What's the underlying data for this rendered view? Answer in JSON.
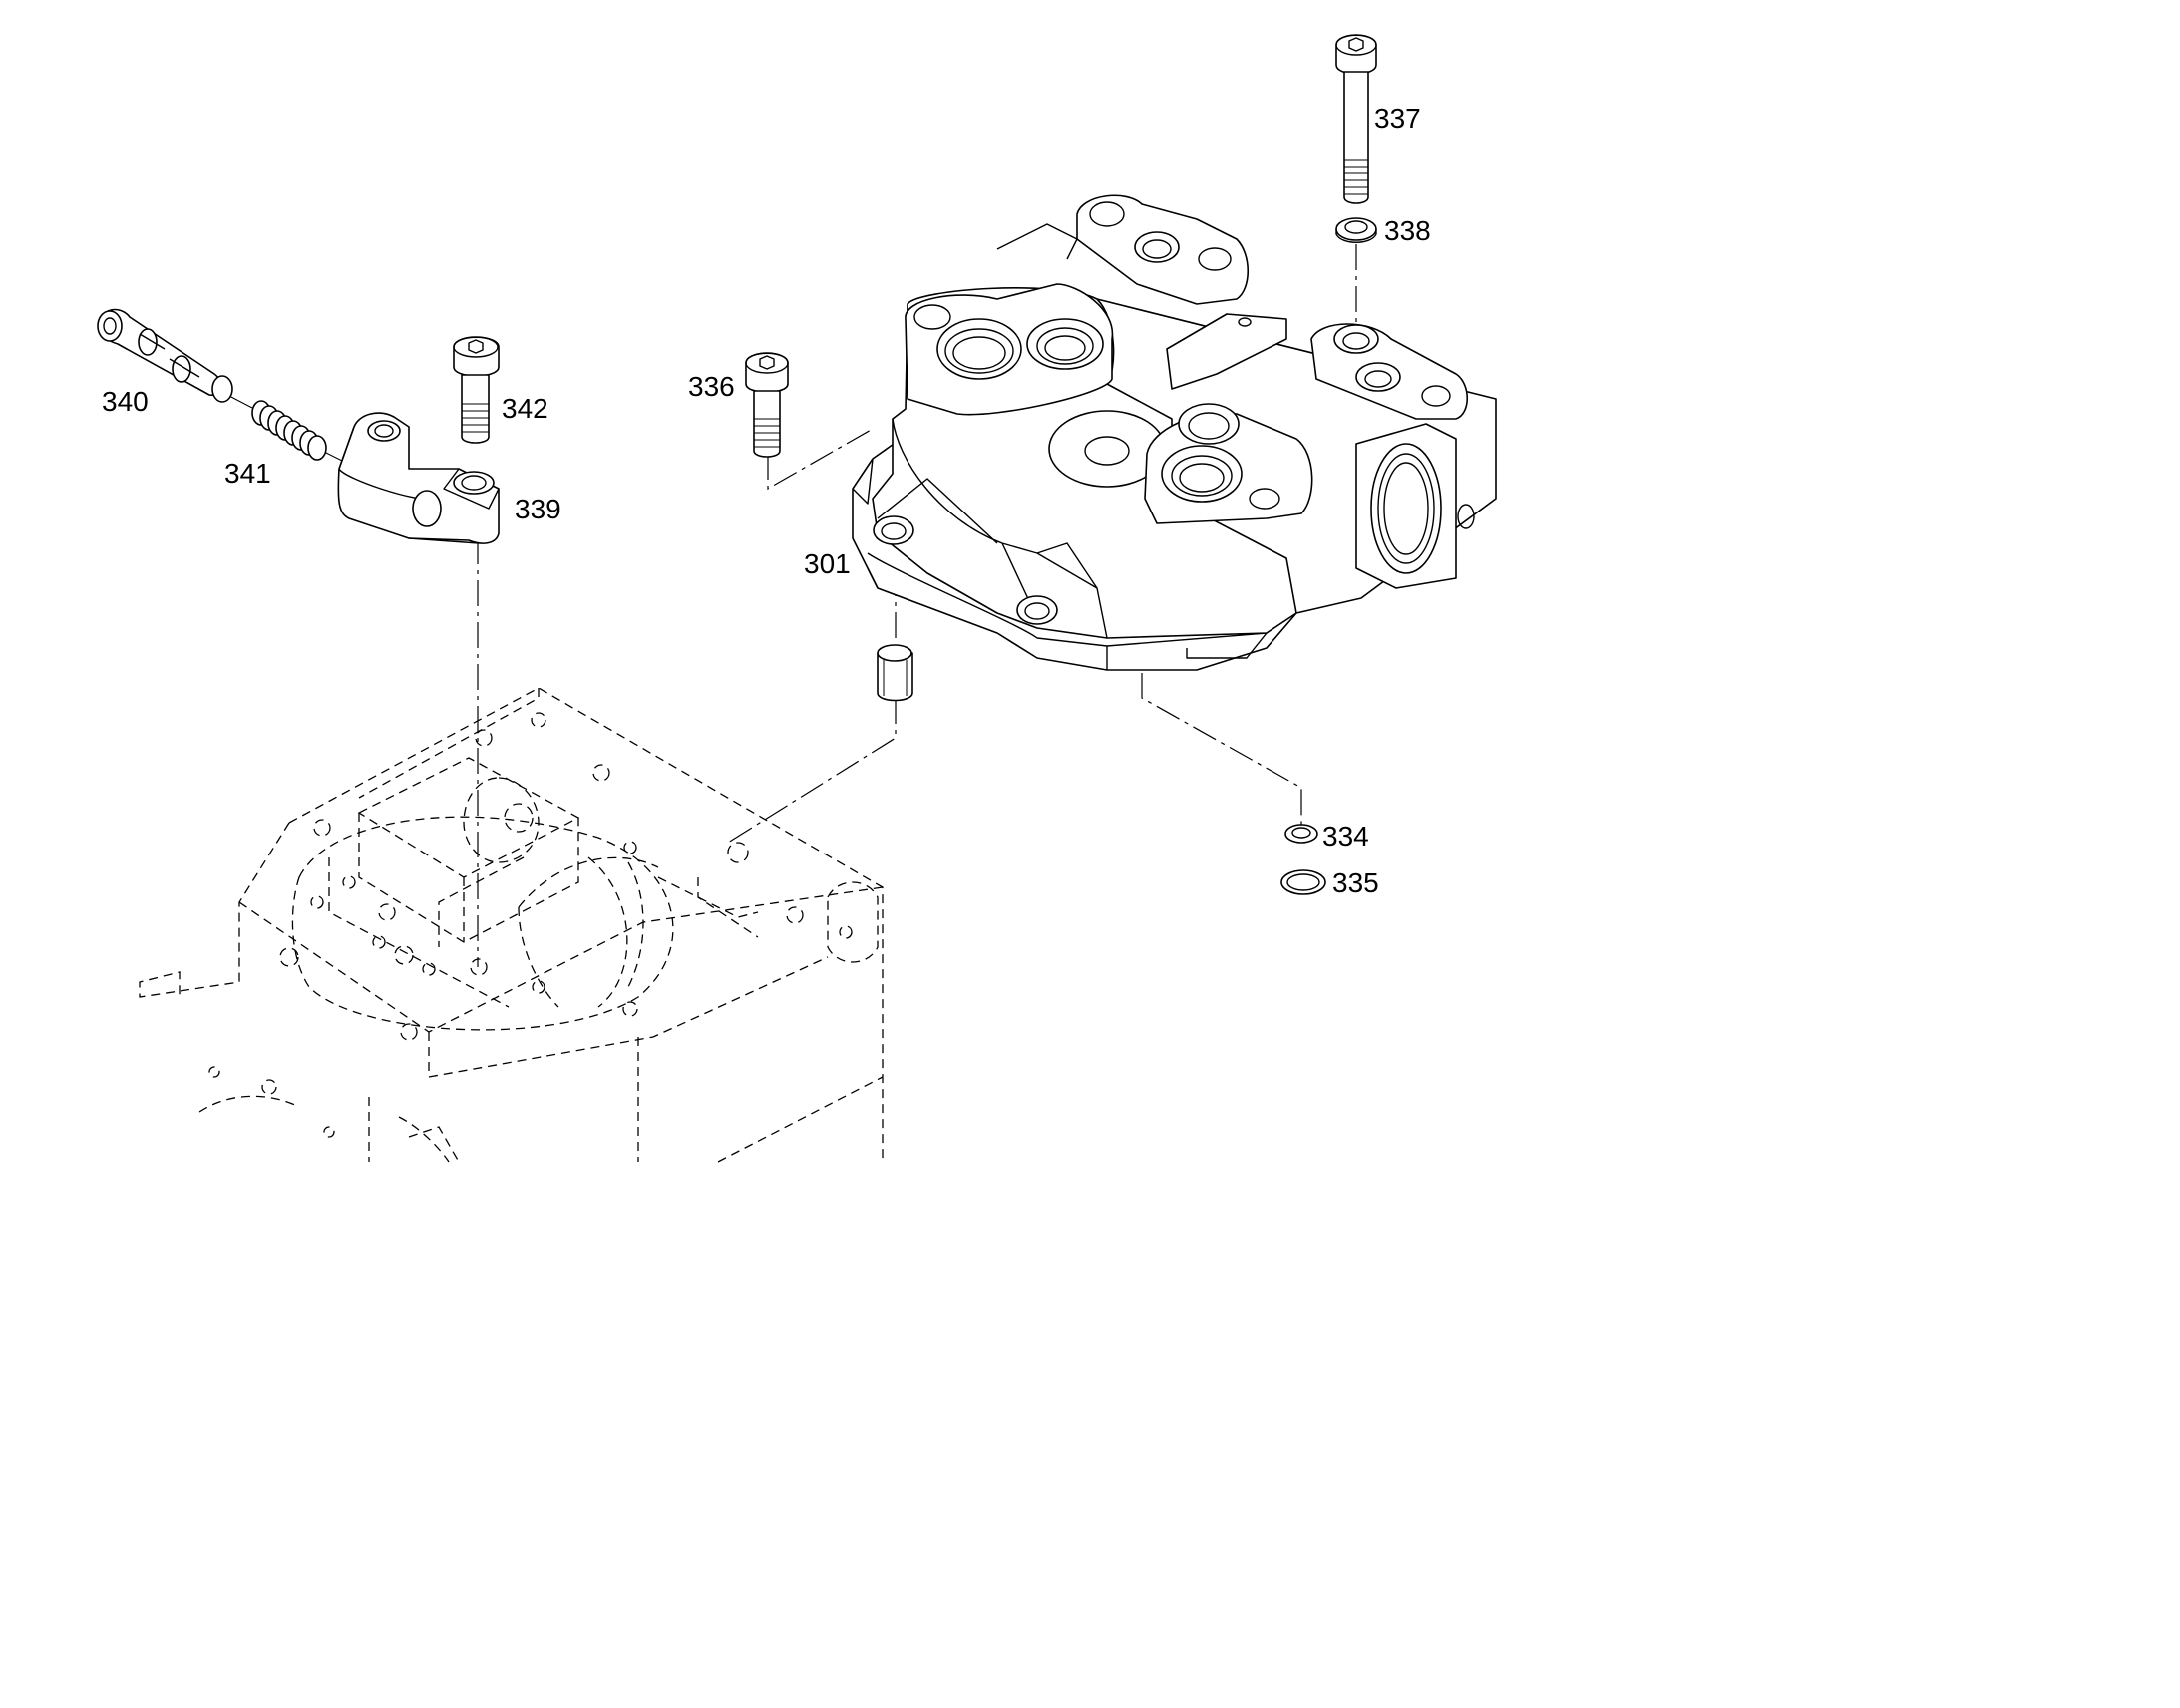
{
  "labels": {
    "p301": "301",
    "p334": "334",
    "p335": "335",
    "p336": "336",
    "p337": "337",
    "p338": "338",
    "p339": "339",
    "p340": "340",
    "p341": "341",
    "p342": "342"
  },
  "colors": {
    "line": "#000000",
    "background": "#ffffff"
  }
}
